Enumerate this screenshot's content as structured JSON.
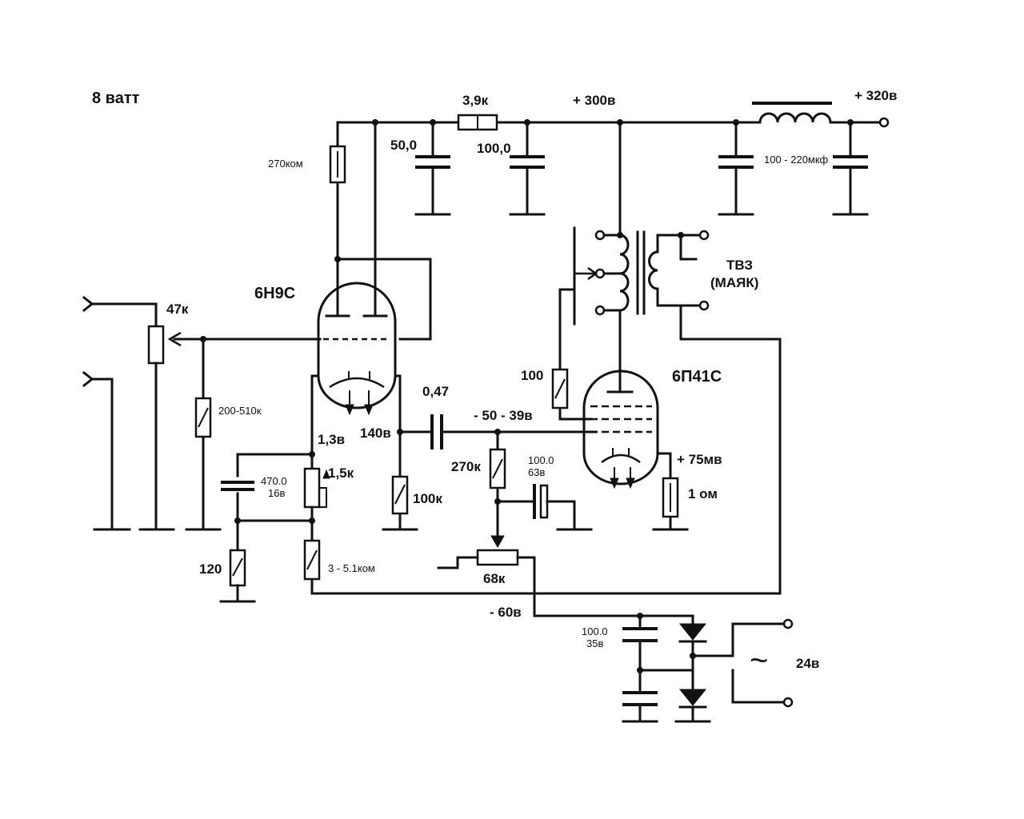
{
  "title": "8 ватт",
  "tubes": {
    "driver": "6Н9С",
    "output": "6П41С"
  },
  "transformer": {
    "line1": "ТВЗ",
    "line2": "(МАЯК)"
  },
  "labels": {
    "r_plate": "270ком",
    "r_drop": "3,9к",
    "c1": "50,0",
    "c2": "100,0",
    "v300": "+ 300в",
    "v320": "+ 320в",
    "c_filter": "100 - 220мкф",
    "pot_in": "47к",
    "r_grid": "200-510к",
    "v_cath": "1,3в",
    "v_plate": "140в",
    "c_couple": "0,47",
    "v_bias": "- 50 - 39в",
    "r_cath_pot": "1,5к",
    "c_cath_1": "470.0",
    "c_cath_2": "16в",
    "r_load": "100к",
    "r_g1": "270к",
    "c_bias_1": "100.0",
    "c_bias_2": "63в",
    "r_screen": "100",
    "v_cath_out": "+ 75мв",
    "r_sense": "1 ом",
    "r_120": "120",
    "r_fb": "3 - 5.1ком",
    "pot_bias": "68к",
    "v_neg": "- 60в",
    "c_ps_1": "100.0",
    "c_ps_2": "35в",
    "ac_symbol": "~",
    "v_ac": "24в"
  }
}
